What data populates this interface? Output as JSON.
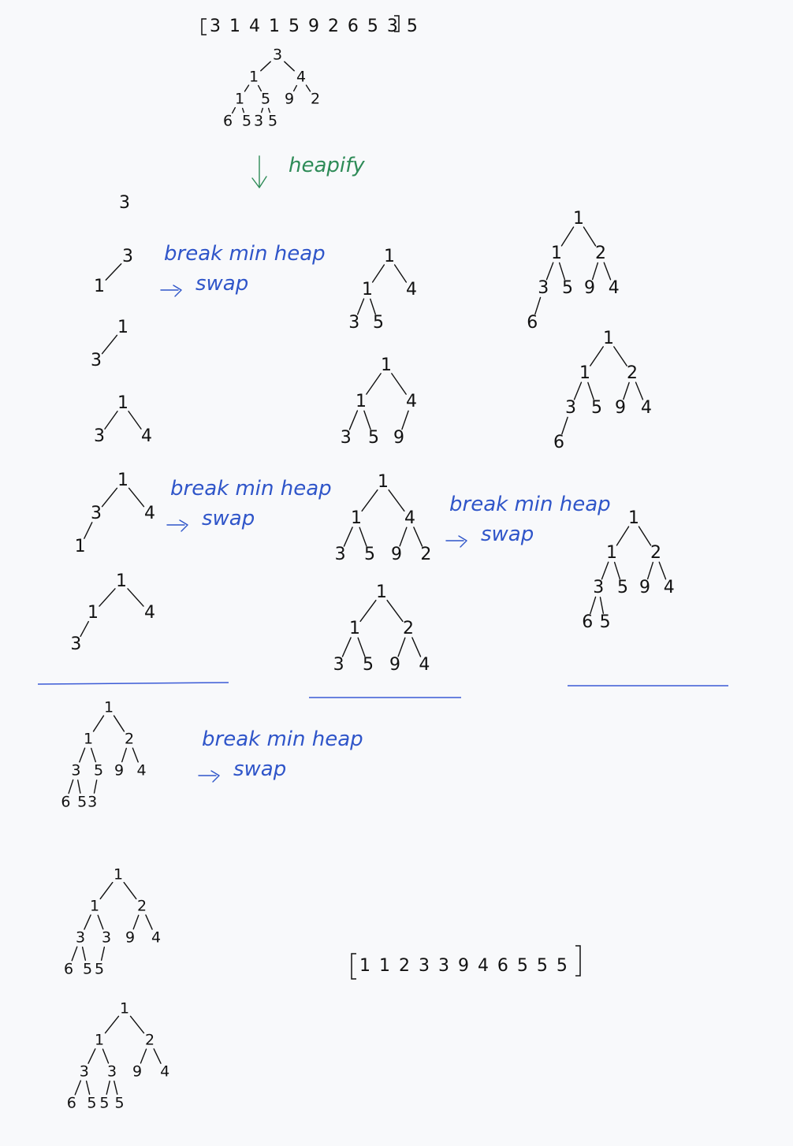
{
  "input_array": "3 1 4 1 5 9 2 6 5 3 5",
  "output_array": "1 1 2 3 3 9 4 6 5 5 5",
  "heapify_label": "heapify",
  "notes": {
    "break_min_heap": "break min heap",
    "swap": "swap"
  },
  "initial_tree": {
    "root": "3",
    "l": "1",
    "r": "4",
    "ll": "1",
    "lr": "5",
    "rl": "9",
    "rr": "2",
    "lll": "6",
    "llr": "5",
    "lrl": "3",
    "lrr": "5"
  },
  "column1": [
    {
      "root": "3"
    },
    {
      "root": "3",
      "l": "1"
    },
    {
      "root": "1",
      "l": "3"
    },
    {
      "root": "1",
      "l": "3",
      "r": "4"
    },
    {
      "root": "1",
      "l": "3",
      "r": "4",
      "ll": "1"
    },
    {
      "root": "1",
      "l": "1",
      "r": "4",
      "ll": "3"
    }
  ],
  "column2": [
    {
      "root": "1",
      "l": "1",
      "r": "4",
      "ll": "3",
      "lr": "5"
    },
    {
      "root": "1",
      "l": "1",
      "r": "4",
      "ll": "3",
      "lr": "5",
      "rl": "9"
    },
    {
      "root": "1",
      "l": "1",
      "r": "4",
      "ll": "3",
      "lr": "5",
      "rl": "9",
      "rr": "2"
    },
    {
      "root": "1",
      "l": "1",
      "r": "2",
      "ll": "3",
      "lr": "5",
      "rl": "9",
      "rr": "4"
    }
  ],
  "column3": [
    {
      "root": "1",
      "l": "1",
      "r": "2",
      "ll": "3",
      "lr": "5",
      "rl": "9",
      "rr": "4",
      "lll": "6"
    },
    {
      "root": "1",
      "l": "1",
      "r": "2",
      "ll": "3",
      "lr": "5",
      "rl": "9",
      "rr": "4",
      "lll": "6"
    },
    {
      "root": "1",
      "l": "1",
      "r": "2",
      "ll": "3",
      "lr": "5",
      "rl": "9",
      "rr": "4",
      "lll": "6",
      "llr": "5"
    }
  ],
  "bottom_column": [
    {
      "root": "1",
      "l": "1",
      "r": "2",
      "ll": "3",
      "lr": "5",
      "rl": "9",
      "rr": "4",
      "lll": "6",
      "llr": "5",
      "lrl": "3"
    },
    {
      "root": "1",
      "l": "1",
      "r": "2",
      "ll": "3",
      "lr": "3",
      "rl": "9",
      "rr": "4",
      "lll": "6",
      "llr": "5",
      "lrl": "5"
    },
    {
      "root": "1",
      "l": "1",
      "r": "2",
      "ll": "3",
      "lr": "3",
      "rl": "9",
      "rr": "4",
      "lll": "6",
      "llr": "5",
      "lrl": "5",
      "lrr": "5"
    }
  ]
}
